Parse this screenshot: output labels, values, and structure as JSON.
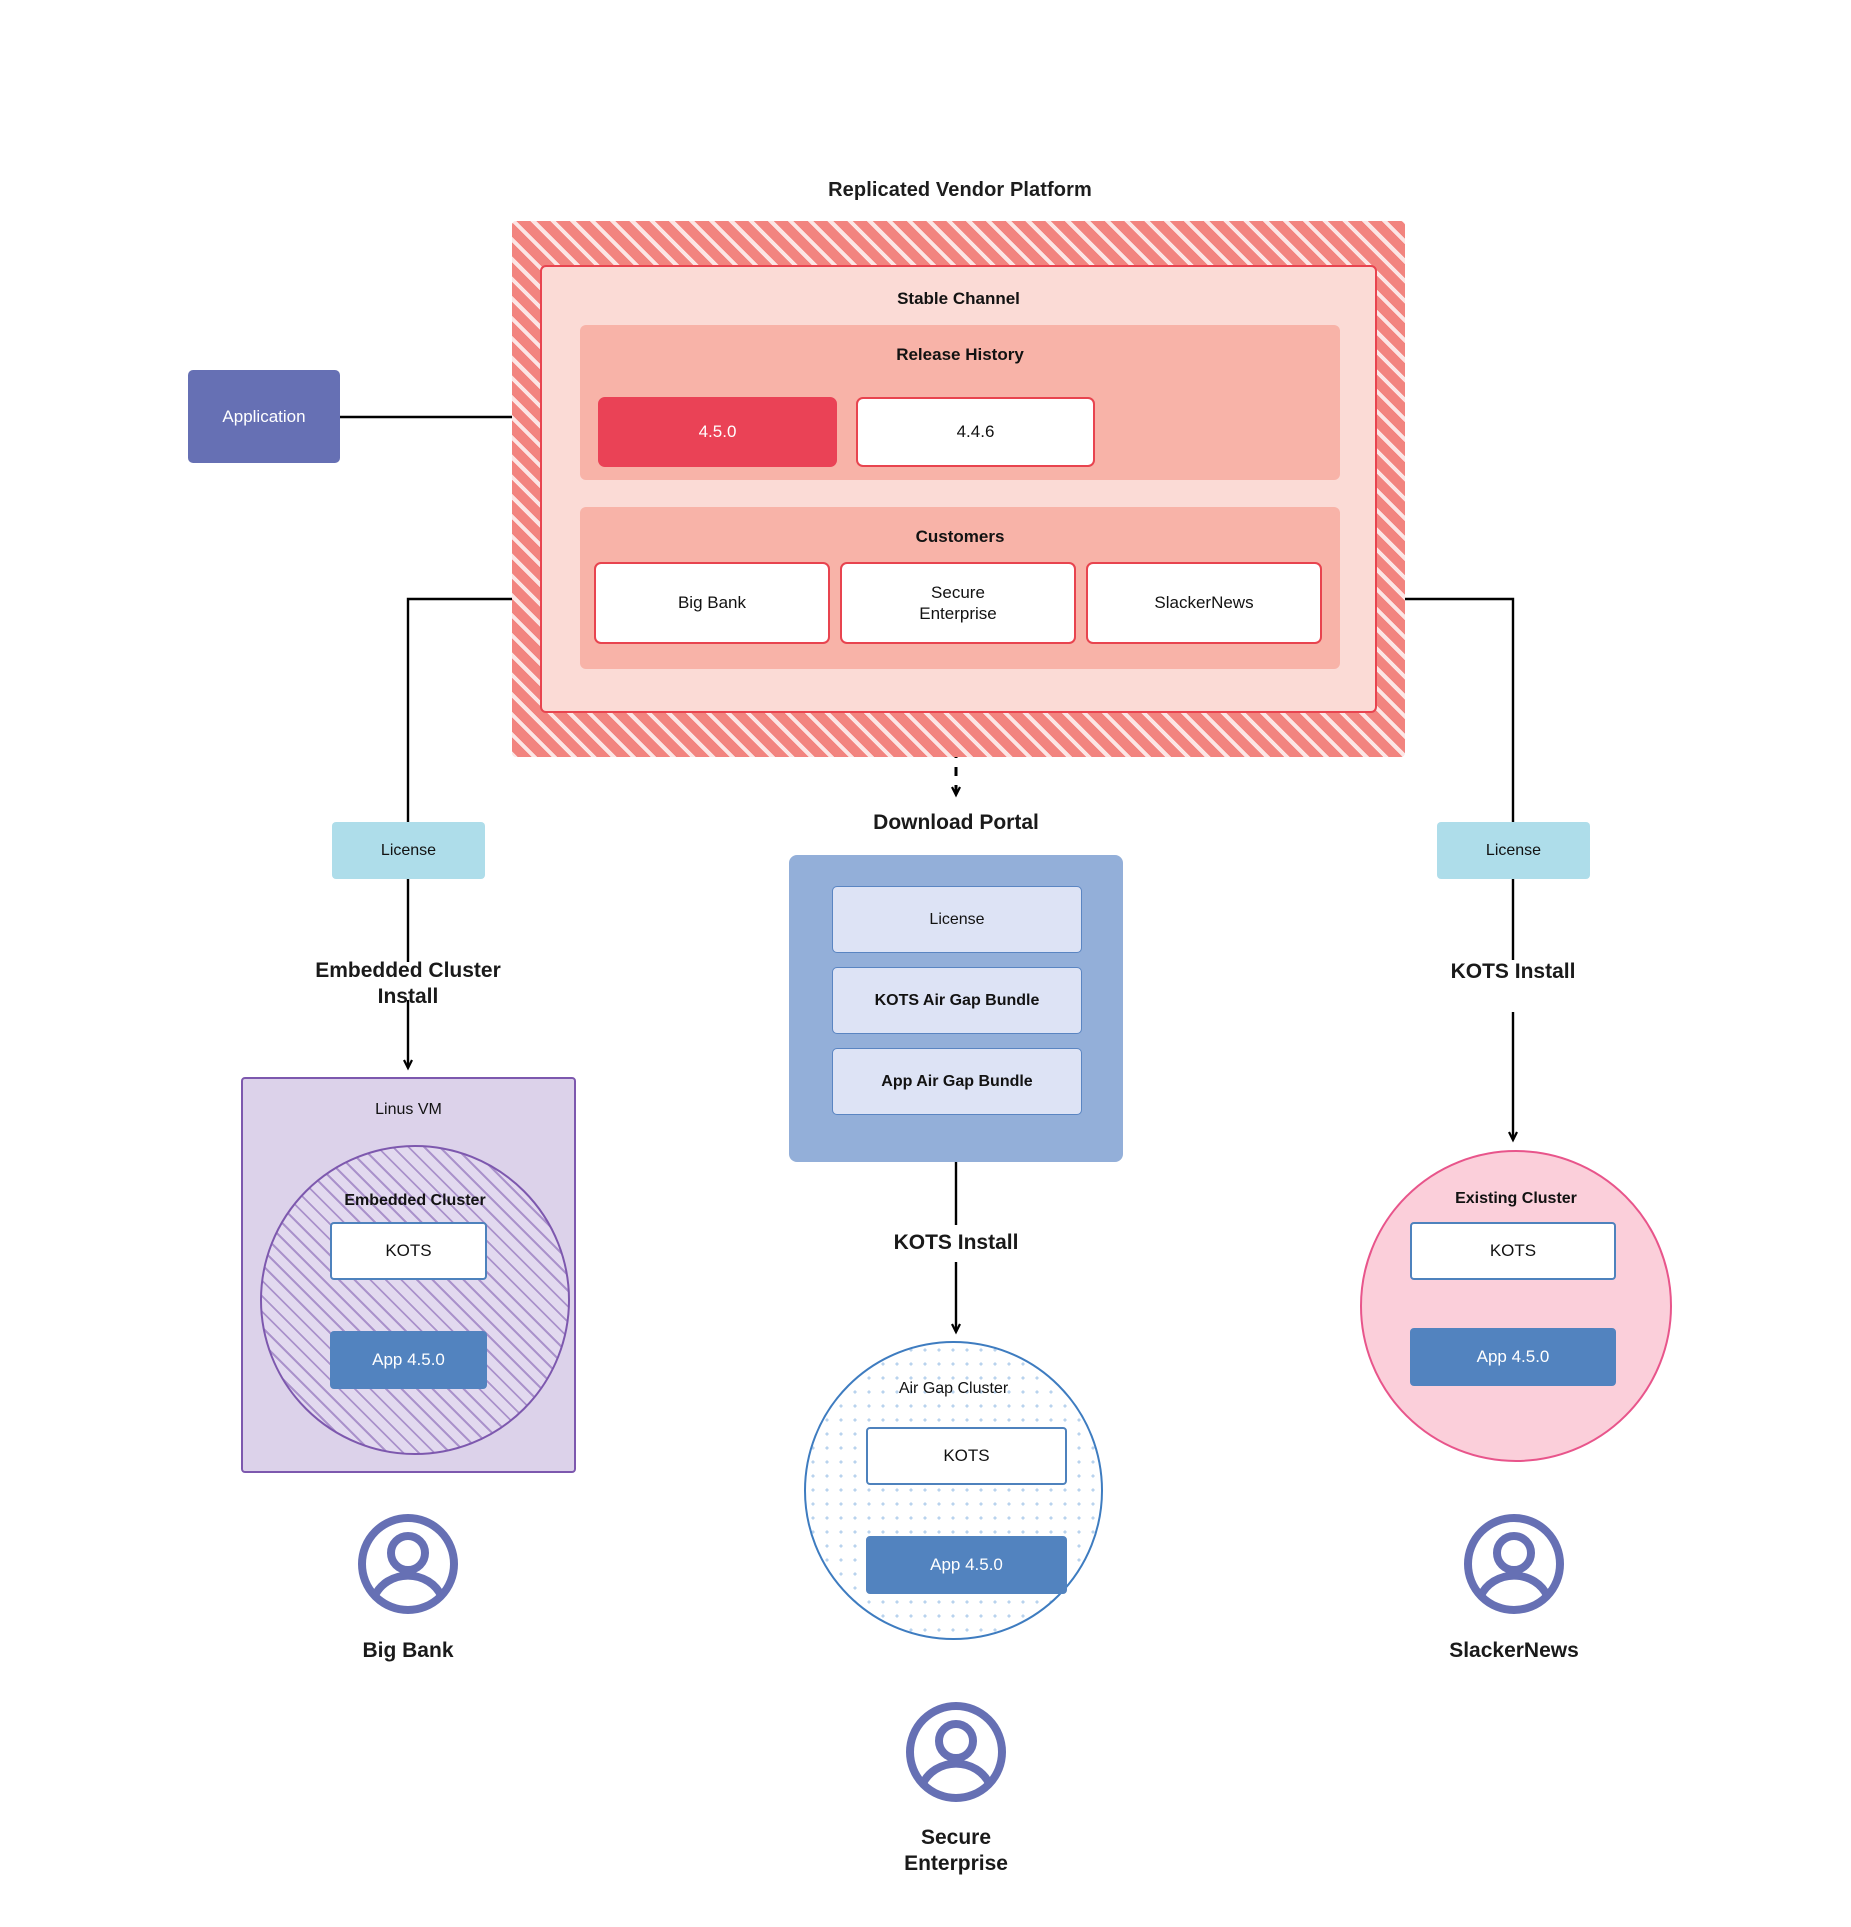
{
  "diagram": {
    "title": "Replicated Vendor Platform"
  },
  "application": {
    "label": "Application"
  },
  "channel": {
    "title": "Stable Channel",
    "release_history": {
      "title": "Release History",
      "releases": [
        {
          "version": "4.5.0",
          "state": "current"
        },
        {
          "version": "4.4.6",
          "state": "previous"
        }
      ]
    },
    "customers": {
      "title": "Customers",
      "items": [
        {
          "name": "Big Bank"
        },
        {
          "name": "Secure\nEnterprise"
        },
        {
          "name": "SlackerNews"
        }
      ]
    }
  },
  "licenses": {
    "left_label": "License",
    "right_label": "License"
  },
  "flows": {
    "embedded_cluster_install": "Embedded Cluster\nInstall",
    "kots_install_middle": "KOTS Install",
    "kots_install_right": "KOTS Install"
  },
  "download_portal": {
    "title": "Download  Portal",
    "items": [
      {
        "label": "License"
      },
      {
        "label": "KOTS Air Gap Bundle"
      },
      {
        "label": "App Air Gap Bundle"
      }
    ]
  },
  "linux_vm": {
    "title": "Linus VM",
    "embedded_cluster": {
      "title": "Embedded Cluster",
      "kots": "KOTS",
      "app": "App 4.5.0"
    }
  },
  "air_gap_cluster": {
    "title": "Air Gap Cluster",
    "kots": "KOTS",
    "app": "App 4.5.0"
  },
  "existing_cluster": {
    "title": "Existing Cluster",
    "kots": "KOTS",
    "app": "App 4.5.0"
  },
  "personas": [
    {
      "name": "Big Bank",
      "icon": "user-avatar-icon"
    },
    {
      "name": "Secure\nEnterprise",
      "icon": "user-avatar-icon"
    },
    {
      "name": "SlackerNews",
      "icon": "user-avatar-icon"
    }
  ],
  "colors": {
    "platform_hatch": "#f2847f",
    "channel_bg": "#fbdbd6",
    "band_bg": "#f8b3a8",
    "release_current": "#ea4256",
    "border_red": "#e8444f",
    "application_blue": "#6670b4",
    "license_cyan": "#aeddea",
    "portal_blue": "#93afd9",
    "portal_item": "#dde3f5",
    "vm_purple": "#dcd2ea",
    "vm_border": "#7d58ae",
    "app_blue": "#5283bf",
    "kots_border": "#4e82bd",
    "airgap_border": "#3e7cc0",
    "existing_pink": "#fbcfda",
    "existing_border": "#e8558b",
    "avatar_purple": "#6670b4"
  }
}
